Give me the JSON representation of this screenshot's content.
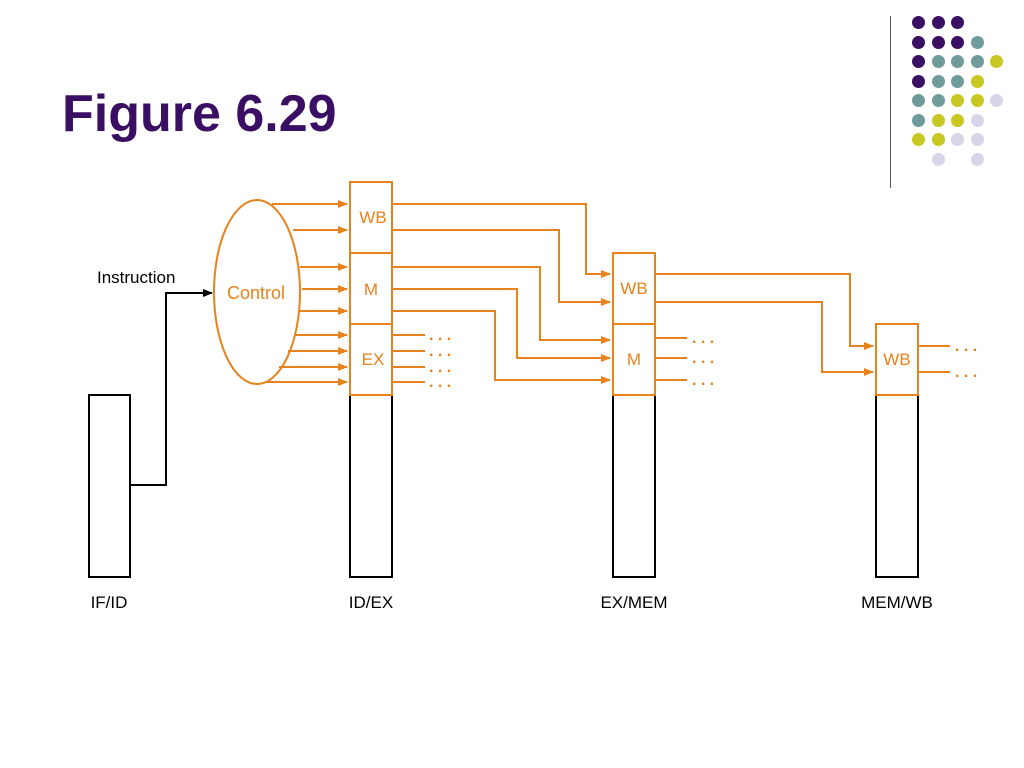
{
  "slide": {
    "title": "Figure 6.29"
  },
  "decoration": {
    "dot_colors": {
      "purple": "#3a0f63",
      "teal": "#6f9b9b",
      "lime": "#c8c822",
      "lavender": "#d6d6e8"
    }
  },
  "diagram": {
    "wire_color": "#e8821c",
    "register_color": "#000000",
    "instruction_label": "Instruction",
    "control_label": "Control",
    "ellipsis": ". . .",
    "fields": {
      "wb": "WB",
      "m": "M",
      "ex": "EX"
    },
    "registers": [
      "IF/ID",
      "ID/EX",
      "EX/MEM",
      "MEM/WB"
    ]
  }
}
